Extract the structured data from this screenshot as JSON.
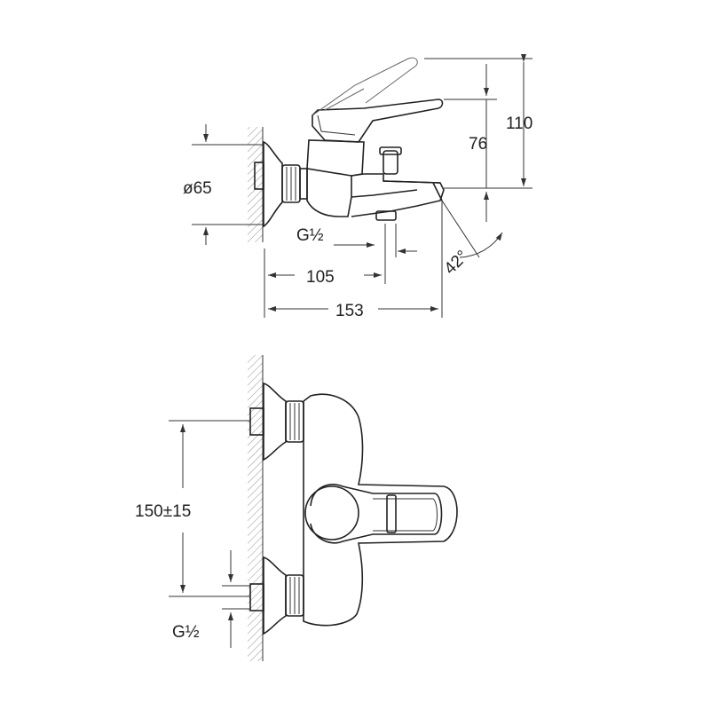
{
  "side_view": {
    "dim_height_total": "110",
    "dim_height_spout": "76",
    "dim_diameter": "ø65",
    "dim_inlet_thread": "G½",
    "dim_spout_outlet": "105",
    "dim_overall_length": "153",
    "dim_angle": "42°"
  },
  "front_view": {
    "dim_inlet_spacing": "150±15",
    "dim_inlet_thread": "G½"
  }
}
